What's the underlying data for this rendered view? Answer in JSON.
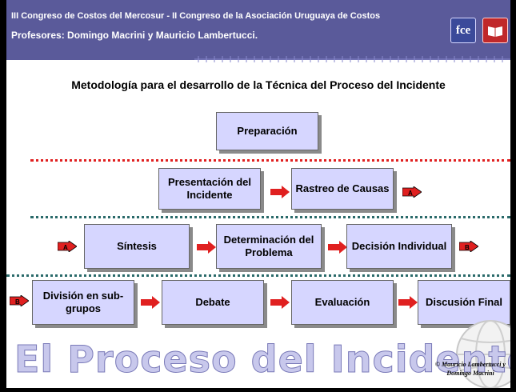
{
  "header": {
    "line1": "III Congreso de Costos del Mercosur - II Congreso de la Asociación Uruguaya de Costos",
    "line2": "Profesores: Domingo Macrini y Mauricio Lambertucci.",
    "logo_fce_text": "fce",
    "logo_book_icon": "open-book-icon",
    "colors": {
      "bar": "#5a5a9a",
      "text": "#ffffff"
    }
  },
  "title": "Metodología para el desarrollo de la Técnica del Proceso del Incidente",
  "rows": [
    {
      "boxes": [
        "Preparación"
      ]
    },
    {
      "boxes": [
        "Presentación del Incidente",
        "Rastreo de Causas"
      ],
      "end_marker": "A"
    },
    {
      "start_marker": "A",
      "boxes": [
        "Síntesis",
        "Determinación del Problema",
        "Decisión Individual"
      ],
      "end_marker": "B"
    },
    {
      "start_marker": "B",
      "boxes": [
        "División en sub-grupos",
        "Debate",
        "Evaluación",
        "Discusión Final"
      ]
    }
  ],
  "colors": {
    "box_fill": "#d6d6ff",
    "arrow": "#e02020",
    "separator_red": "#e02020",
    "separator_teal": "#2a6a6a"
  },
  "watermark": "El Proceso del Incidente",
  "credit": {
    "line1": "© Mauricio Lambertucci y",
    "line2": "Domingo Macrini"
  }
}
